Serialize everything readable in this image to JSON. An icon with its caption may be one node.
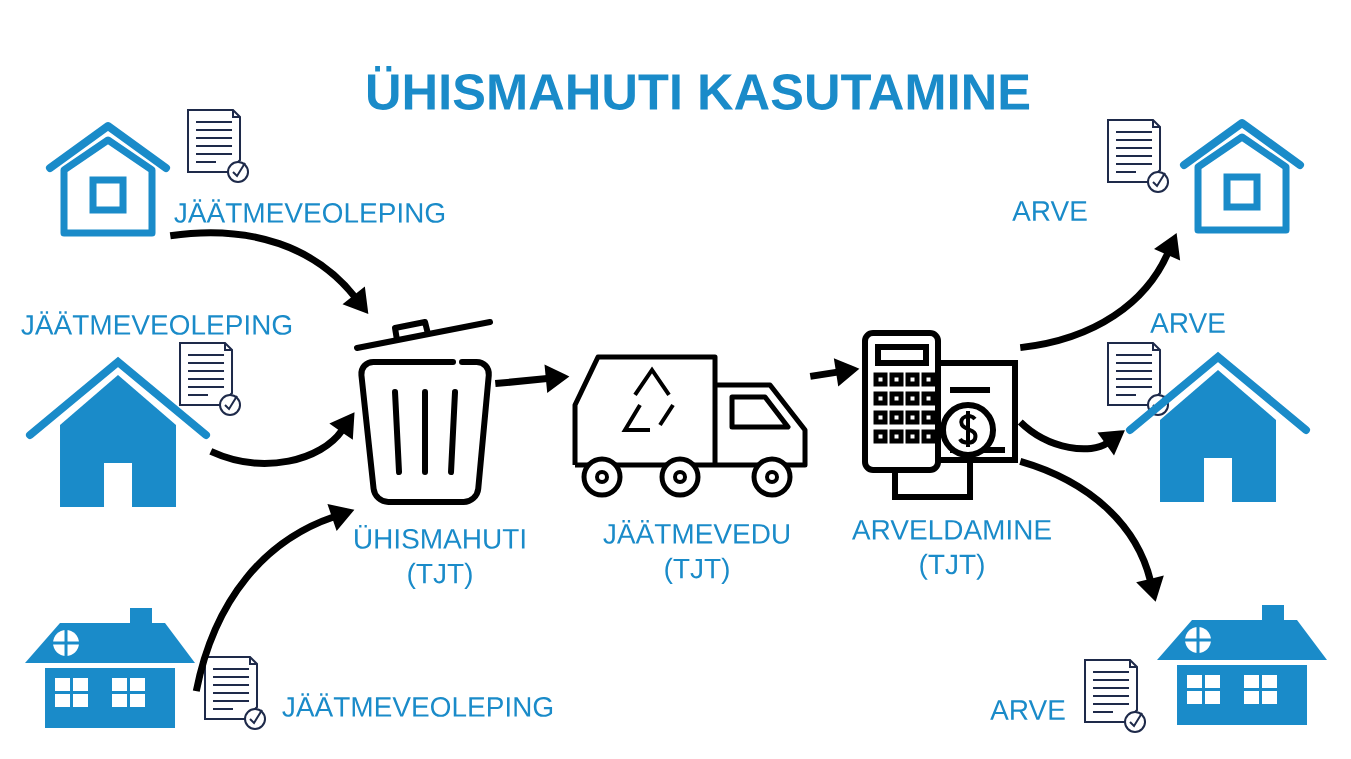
{
  "diagram": {
    "title": "ÜHISMAHUTI KASUTAMINE",
    "nodes": [
      {
        "text": [],
        "shape": "house",
        "beside": [
          "JÄÄTMEVEOLEPING"
        ]
      },
      {
        "text": [],
        "shape": "house",
        "beside": [
          "JÄÄTMEVEOLEPING"
        ]
      },
      {
        "text": [],
        "shape": "house",
        "beside": [
          "JÄÄTMEVEOLEPING"
        ]
      },
      {
        "text": [],
        "shape": "bin",
        "beside": [
          "ÜHISMAHUTI (TJT)"
        ]
      },
      {
        "text": [],
        "shape": "truck",
        "beside": [
          "JÄÄTMEVEDU (TJT)"
        ]
      },
      {
        "text": [],
        "shape": "calculator",
        "beside": [
          "ARVELDAMINE (TJT)"
        ]
      },
      {
        "text": [],
        "shape": "house",
        "beside": [
          "ARVE"
        ]
      },
      {
        "text": [],
        "shape": "house",
        "beside": [
          "ARVE"
        ]
      },
      {
        "text": [],
        "shape": "house",
        "beside": [
          "ARVE"
        ]
      }
    ],
    "edges": [
      {
        "from": 0,
        "to": 3,
        "arrow": "to"
      },
      {
        "from": 1,
        "to": 3,
        "arrow": "to"
      },
      {
        "from": 2,
        "to": 3,
        "arrow": "to"
      },
      {
        "from": 3,
        "to": 4,
        "arrow": "to"
      },
      {
        "from": 4,
        "to": 5,
        "arrow": "to"
      },
      {
        "from": 5,
        "to": 6,
        "arrow": "to"
      },
      {
        "from": 5,
        "to": 7,
        "arrow": "to"
      },
      {
        "from": 5,
        "to": 8,
        "arrow": "to"
      }
    ]
  }
}
